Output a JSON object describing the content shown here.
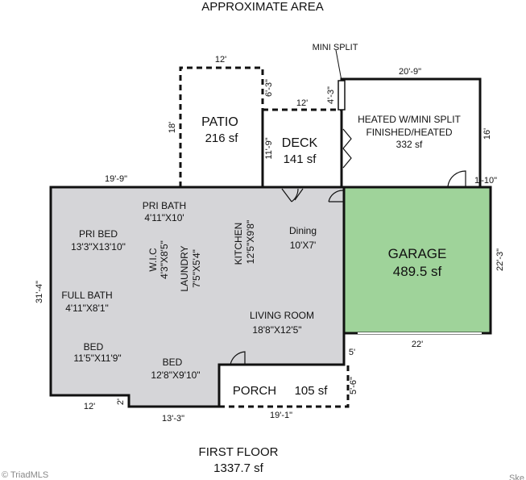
{
  "header": {
    "title": "APPROXIMATE AREA"
  },
  "footer": {
    "floor_name": "FIRST FLOOR",
    "floor_total": "1337.7 sf"
  },
  "watermark": {
    "brand": "© TriadMLS",
    "corner": "Ske"
  },
  "colors": {
    "living_fill": "#d5d5d8",
    "garage_fill": "#9fd39a",
    "wall": "#111111"
  },
  "rooms": {
    "patio": {
      "name": "PATIO",
      "area": "216 sf"
    },
    "deck": {
      "name": "DECK",
      "area": "141 sf"
    },
    "heated": {
      "name": "HEATED W/MINI SPLIT",
      "line2": "FINISHED/HEATED",
      "area": "332 sf"
    },
    "mini_split": {
      "label": "MINI SPLIT"
    },
    "garage": {
      "name": "GARAGE",
      "area": "489.5 sf"
    },
    "porch": {
      "name": "PORCH",
      "area": "105 sf"
    },
    "pri_bath": {
      "name": "PRI BATH",
      "dims": "4'11\"X10'"
    },
    "pri_bed": {
      "name": "PRI BED",
      "dims": "13'3\"X13'10\""
    },
    "wic": {
      "name": "W.I.C",
      "dims": "4'3\"X8'5\""
    },
    "laundry": {
      "name": "LAUNDRY",
      "dims": "7'5\"X5'4\""
    },
    "kitchen": {
      "name": "KITCHEN",
      "dims": "12'5\"X9'8\""
    },
    "dining": {
      "name": "Dining",
      "dims": "10'X7'"
    },
    "full_bath": {
      "name": "FULL BATH",
      "dims": "4'11\"X8'1\""
    },
    "living": {
      "name": "LIVING ROOM",
      "dims": "18'8\"X12'5\""
    },
    "bed1": {
      "name": "BED",
      "dims": "11'5\"X11'9\""
    },
    "bed2": {
      "name": "BED",
      "dims": "12'8\"X9'10\""
    }
  },
  "dimensions": {
    "patio_top": "12'",
    "patio_side": "18'",
    "patio_right": "6'-3\"",
    "deck_top": "12'",
    "deck_side": "11'-9\"",
    "mini_split_side": "4'-3\"",
    "heated_top": "20'-9\"",
    "heated_right": "16'",
    "heated_bottom": "1'-10\"",
    "house_top": "19'-9\"",
    "house_left": "31'-4\"",
    "garage_right": "22'-3\"",
    "garage_bottom": "22'",
    "garage_step": "5'",
    "porch_right": "5'-6\"",
    "porch_bottom": "19'-1\"",
    "bottom_left": "12'",
    "bottom_step": "2'",
    "bottom_mid": "13'-3\""
  }
}
